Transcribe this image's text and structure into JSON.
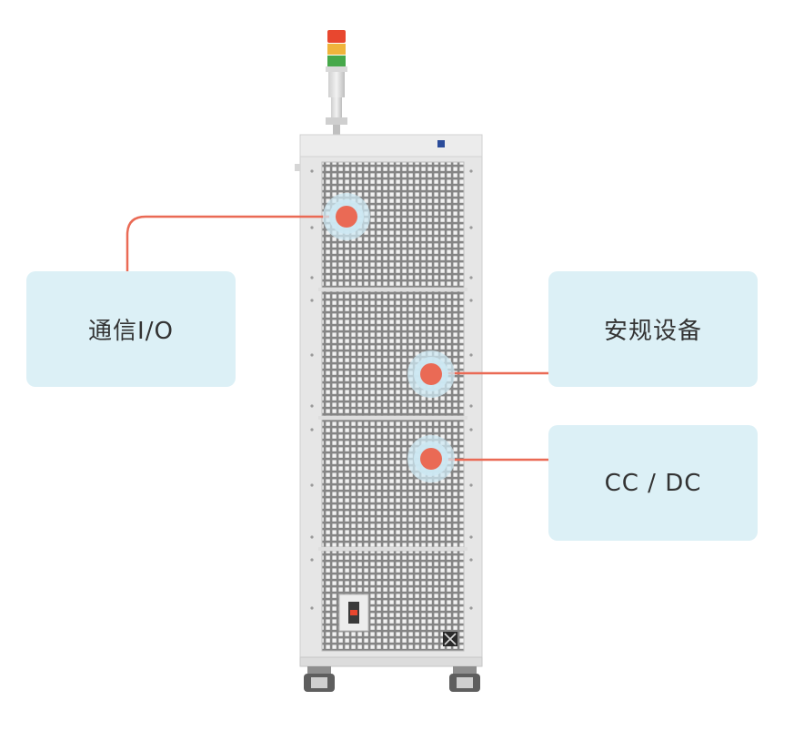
{
  "callouts": {
    "io": {
      "label": "通信I/O"
    },
    "safety": {
      "label": "安规设备"
    },
    "ccdc": {
      "label": "CC / DC"
    }
  },
  "colors": {
    "accent": "#ea6a55",
    "callout_bg": "#dcf0f6",
    "hotspot_halo": "#cde8f3",
    "cabinet_frame": "#e6e6e6",
    "grille": "#7c7c7c",
    "lamp_red": "#e8472f",
    "lamp_yellow": "#f0b43c",
    "lamp_green": "#46a84a",
    "badge_blue": "#2b4c9a"
  }
}
